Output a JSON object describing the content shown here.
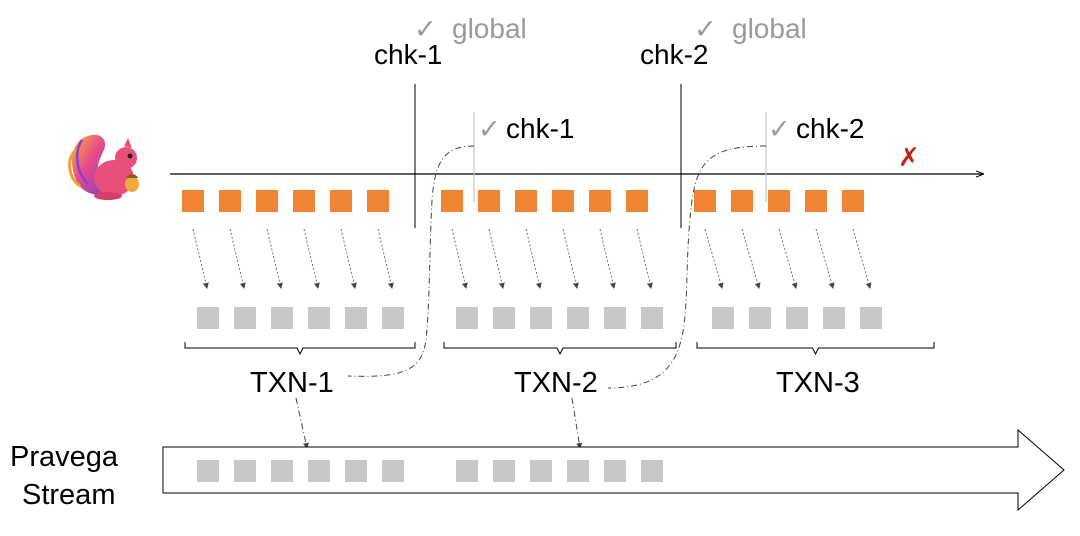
{
  "colors": {
    "event": "#ef8532",
    "txn_record": "#c8c8c8",
    "line": "#000000",
    "muted_text": "#9a9a9a",
    "fail_mark": "#c0261b"
  },
  "icons": {
    "flink_logo": "squirrel-icon",
    "checkmark": "checkmark-icon",
    "failure": "cross-icon"
  },
  "checkpoint_barriers": [
    {
      "label": "chk-1",
      "global_label": "global"
    },
    {
      "label": "chk-2",
      "global_label": "global"
    }
  ],
  "checkpoint_acks": [
    {
      "label": "chk-1"
    },
    {
      "label": "chk-2"
    }
  ],
  "failure_mark": "✗",
  "check_glyph": "✓",
  "transactions": [
    {
      "label": "TXN-1",
      "events": 6,
      "records": 6,
      "committed": true
    },
    {
      "label": "TXN-2",
      "events": 6,
      "records": 6,
      "committed": true
    },
    {
      "label": "TXN-3",
      "events": 5,
      "records": 5,
      "committed": false
    }
  ],
  "stream": {
    "label_line1": "Pravega",
    "label_line2": "Stream",
    "committed_groups": [
      6,
      6
    ]
  }
}
